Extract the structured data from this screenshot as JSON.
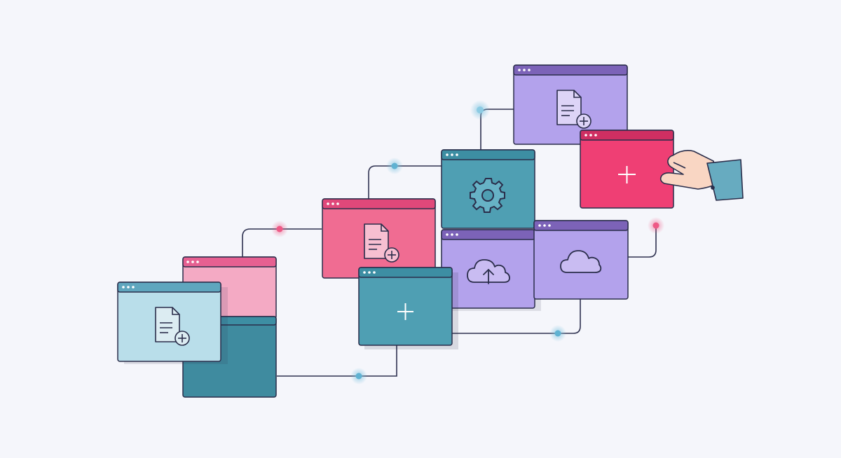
{
  "palette": {
    "background": "#f5f6fb",
    "outline": "#2a2d4a",
    "line": "#2e3150",
    "teal": "#4f9fb3",
    "teal_dark": "#3f8b9f",
    "teal_bar": "#3d8ea3",
    "light_blue": "#b9deea",
    "light_blue_bar": "#5fa6be",
    "pink": "#f06c92",
    "pink_bar": "#e0487a",
    "pink_light": "#f4aac4",
    "pink_light_bar": "#e66091",
    "magenta": "#ef3f74",
    "magenta_bar": "#cf2f62",
    "purple": "#b3a2ec",
    "purple_bar": "#7c63b8",
    "glow_blue": "#7ec3df",
    "glow_pink": "#ee5a86",
    "skin": "#f9d6c3",
    "sleeve": "#67abc0"
  },
  "windows": [
    {
      "name": "window-light-blue-document",
      "body": "light_blue",
      "bar": "light_blue_bar",
      "icon": "document-add-icon"
    },
    {
      "name": "window-light-pink-back",
      "body": "pink_light",
      "bar": "pink_light_bar",
      "icon": ""
    },
    {
      "name": "window-teal-back",
      "body": "teal_dark",
      "bar": "teal_bar",
      "icon": ""
    },
    {
      "name": "window-pink-document",
      "body": "pink",
      "bar": "pink_bar",
      "icon": "document-add-icon"
    },
    {
      "name": "window-teal-add",
      "body": "teal",
      "bar": "teal_bar",
      "icon": "plus-icon"
    },
    {
      "name": "window-teal-settings",
      "body": "teal",
      "bar": "teal_bar",
      "icon": "gear-icon"
    },
    {
      "name": "window-purple-upload",
      "body": "purple",
      "bar": "purple_bar",
      "icon": "cloud-upload-icon"
    },
    {
      "name": "window-purple-cloud",
      "body": "purple",
      "bar": "purple_bar",
      "icon": "cloud-icon"
    },
    {
      "name": "window-purple-document",
      "body": "purple",
      "bar": "purple_bar",
      "icon": "document-add-icon"
    },
    {
      "name": "window-magenta-add",
      "body": "magenta",
      "bar": "magenta_bar",
      "icon": "plus-icon"
    }
  ],
  "connectors": [
    {
      "name": "connector-teal-to-teal-add",
      "glow": "glow_blue"
    },
    {
      "name": "connector-stack-to-pink-document",
      "glow": "glow_pink"
    },
    {
      "name": "connector-pink-to-settings",
      "glow": "glow_blue"
    },
    {
      "name": "connector-settings-to-purple-document",
      "glow": "glow_blue"
    },
    {
      "name": "connector-teal-add-to-cloud",
      "glow": "glow_blue"
    },
    {
      "name": "connector-cloud-out",
      "glow": "glow_pink"
    }
  ],
  "hand": {
    "icon": "hand-icon"
  }
}
